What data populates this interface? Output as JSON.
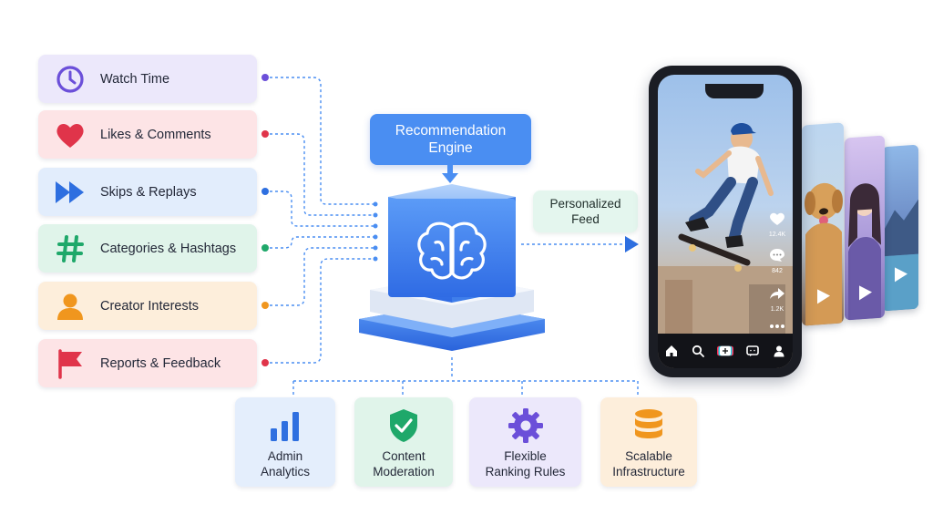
{
  "signals": [
    {
      "label": "Watch Time",
      "icon": "clock-icon",
      "bg": "#ece8fb",
      "dot": "#6b4fd9"
    },
    {
      "label": "Likes & Comments",
      "icon": "heart-icon",
      "bg": "#fde4e6",
      "dot": "#e0344a"
    },
    {
      "label": "Skips & Replays",
      "icon": "fast-forward-icon",
      "bg": "#e2edfc",
      "dot": "#2e6fe0"
    },
    {
      "label": "Categories & Hashtags",
      "icon": "hashtag-icon",
      "bg": "#e0f4ea",
      "dot": "#1fa86a"
    },
    {
      "label": "Creator Interests",
      "icon": "person-icon",
      "bg": "#fdeedb",
      "dot": "#f0961e"
    },
    {
      "label": "Reports & Feedback",
      "icon": "flag-icon",
      "bg": "#fde4e6",
      "dot": "#e0344a"
    }
  ],
  "engine": {
    "label": "Recommendation\nEngine",
    "icon": "brain-icon",
    "color": "#4a8ef2"
  },
  "feed": {
    "label": "Personalized\nFeed"
  },
  "features": [
    {
      "label": "Admin\nAnalytics",
      "icon": "bar-chart-icon",
      "bg": "#e4eefc",
      "color": "#2e6fe0"
    },
    {
      "label": "Content\nModeration",
      "icon": "shield-check-icon",
      "bg": "#e0f4ea",
      "color": "#1fa86a"
    },
    {
      "label": "Flexible\nRanking Rules",
      "icon": "gear-icon",
      "bg": "#ece8fb",
      "color": "#6b4fd9"
    },
    {
      "label": "Scalable\nInfrastructure",
      "icon": "database-icon",
      "bg": "#fdeedb",
      "color": "#f0961e"
    }
  ],
  "phone": {
    "likes_count": "12.4K",
    "comments_count": "842",
    "shares_count": "1.2K",
    "nav_icons": [
      "home-icon",
      "search-icon",
      "create-icon",
      "inbox-icon",
      "profile-icon"
    ]
  }
}
